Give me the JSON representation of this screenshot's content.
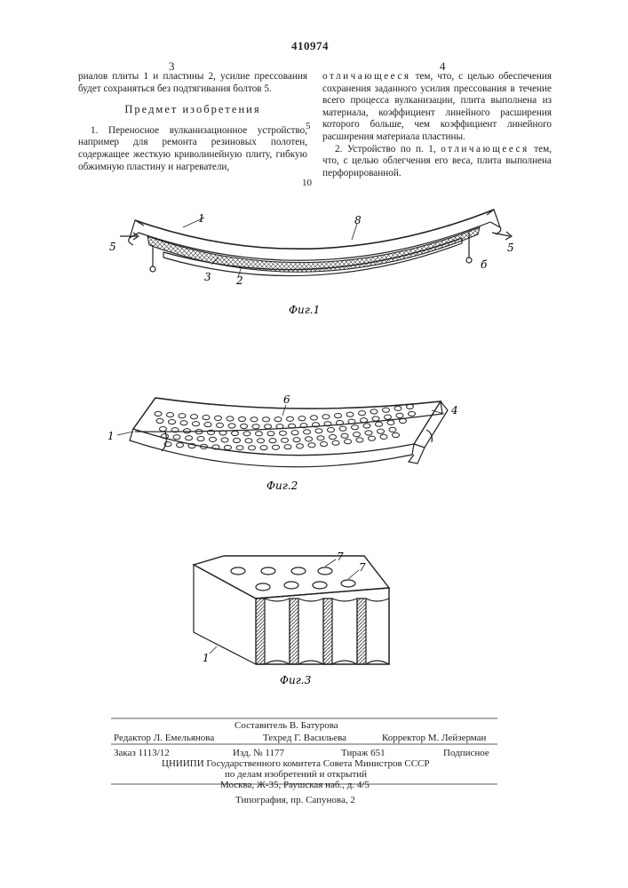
{
  "header": {
    "patent_number": "410974",
    "col_left_number": "3",
    "col_right_number": "4"
  },
  "left_column": {
    "para1": "риалов плиты 1 и пластины 2, усилие прессования будет сохраняться без подтягивания болтов 5.",
    "heading": "Предмет изобретения",
    "claim1": "1. Переносное вулканизационное устройство, например для ремонта резиновых полотен, содержащее жесткую криволинейную плиту, гибкую обжимную пластину и нагреватели,"
  },
  "right_column": {
    "claim1_keyword": "отличающееся",
    "claim1_cont": "тем, что, с целью обеспечения сохранения заданного усилия прессования в течение всего процесса вулканизации, плита выполнена из материала, коэффициент линейного расширения которого больше, чем коэффициент линейного расширения материала пластины.",
    "claim2_start": "2. Устройство по п. 1,",
    "claim2_keyword": "отличающееся",
    "claim2_cont": "тем, что, с целью облегчения его веса, плита выполнена перфорированной."
  },
  "line_numbers": [
    "5",
    "10"
  ],
  "figures": {
    "fig1_caption": "Фиг.1",
    "fig2_caption": "Фиг.2",
    "fig3_caption": "Фиг.3",
    "fig1_labels": [
      "1",
      "8",
      "5",
      "5",
      "3",
      "2",
      "б"
    ],
    "fig2_labels": [
      "6",
      "4",
      "1"
    ],
    "fig3_labels": [
      "7",
      "7",
      "1"
    ]
  },
  "footer": {
    "compiler": "Составитель В. Батурова",
    "editor": "Редактор Л. Емельянова",
    "techred": "Техред Г. Васильева",
    "corrector": "Корректор М. Лейзерман",
    "order": "Заказ 1113/12",
    "edition": "Изд. № 1177",
    "print_run": "Тираж 651",
    "subscription": "Подписное",
    "org1": "ЦНИИПИ Государственного комитета Совета Министров СССР",
    "org2": "по делам изобретений и открытий",
    "address": "Москва, Ж-35, Раушская наб., д. 4/5",
    "typography": "Типография, пр. Сапунова, 2"
  }
}
